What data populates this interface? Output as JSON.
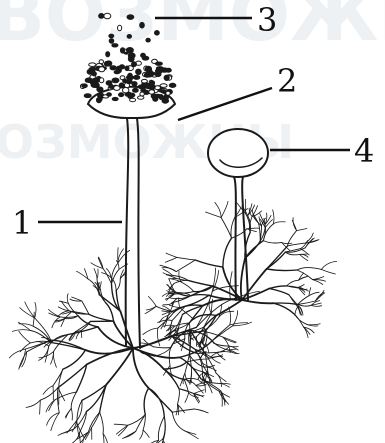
{
  "labels": {
    "one": "1",
    "two": "2",
    "three": "3",
    "four": "4"
  },
  "watermark": {
    "top": "ВОЗМОЖНО",
    "middle": "ОЗМОЖНЫ"
  },
  "colors": {
    "ink": "#1a1a1a",
    "watermark": "#eef1f4",
    "background": "#ffffff"
  }
}
